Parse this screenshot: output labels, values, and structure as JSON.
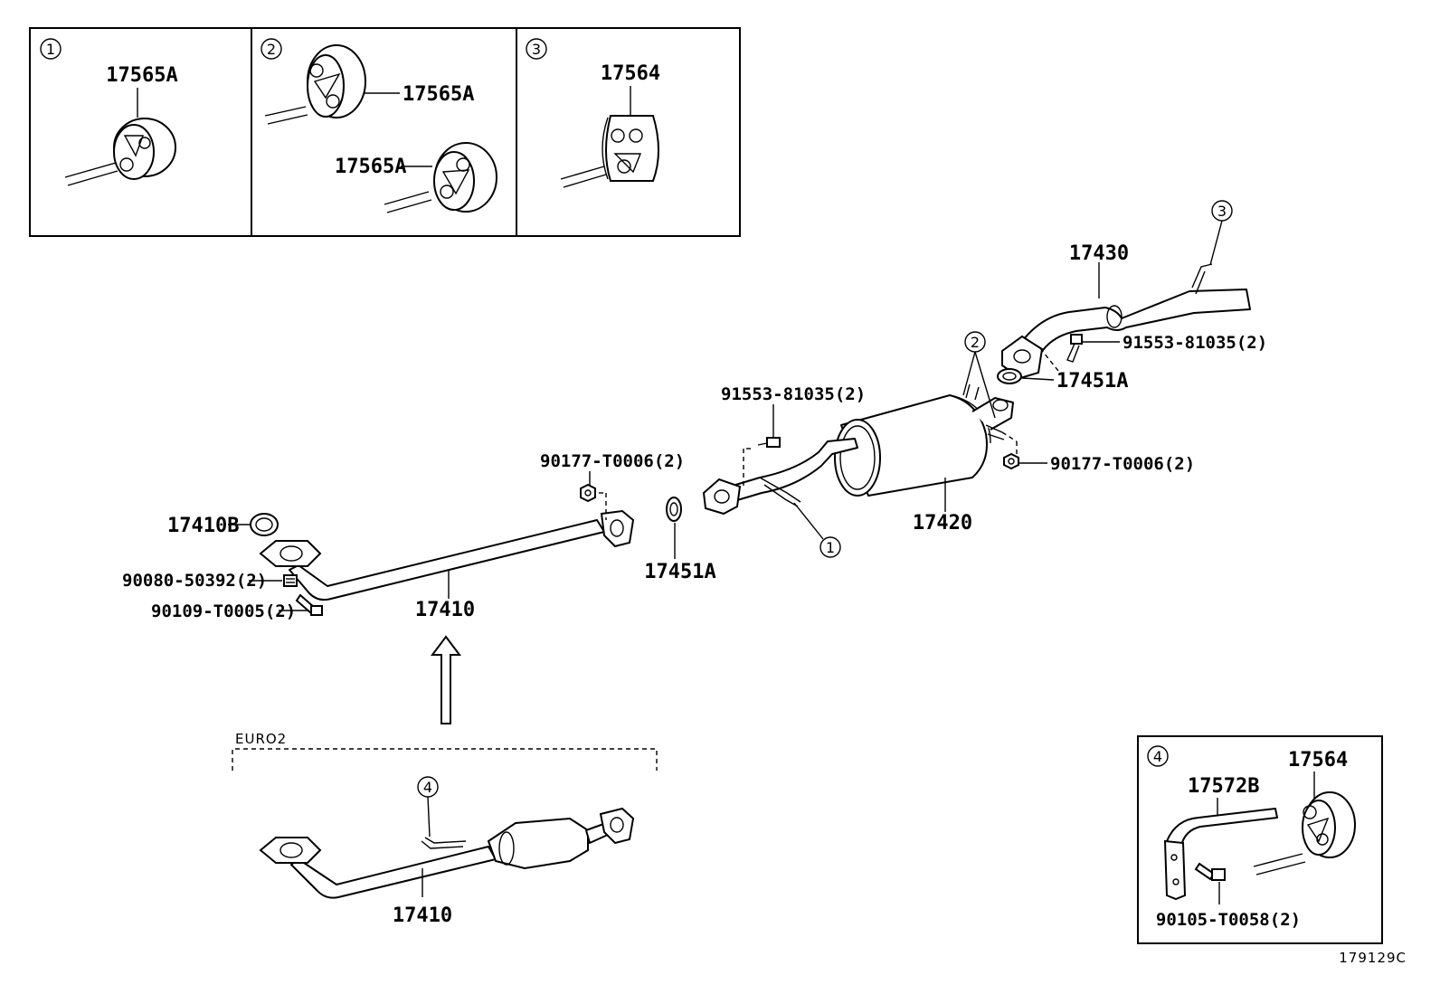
{
  "inset_boxes": [
    {
      "number": "1",
      "labels": [
        "17565A"
      ]
    },
    {
      "number": "2",
      "labels": [
        "17565A",
        "17565A"
      ]
    },
    {
      "number": "3",
      "labels": [
        "17564"
      ]
    },
    {
      "number": "4",
      "labels": [
        "17572B",
        "17564",
        "90105-T0058(2)"
      ]
    }
  ],
  "parts": {
    "tail_pipe": "17430",
    "muffler": "17420",
    "front_pipe": "17410",
    "front_pipe_euro2": "17410",
    "gasket_17410b": "17410B",
    "gasket_17451a_front": "17451A",
    "gasket_17451a_rear": "17451A",
    "bolt_91553_top": "91553-81035(2)",
    "bolt_91553_mid": "91553-81035(2)",
    "nut_90177_left": "90177-T0006(2)",
    "nut_90177_right": "90177-T0006(2)",
    "spring_90080": "90080-50392(2)",
    "bolt_90109": "90109-T0005(2)"
  },
  "callouts": {
    "c1": "1",
    "c2": "2",
    "c3": "3",
    "c4": "4"
  },
  "euro_label": "EURO2",
  "figure_code": "179129C"
}
